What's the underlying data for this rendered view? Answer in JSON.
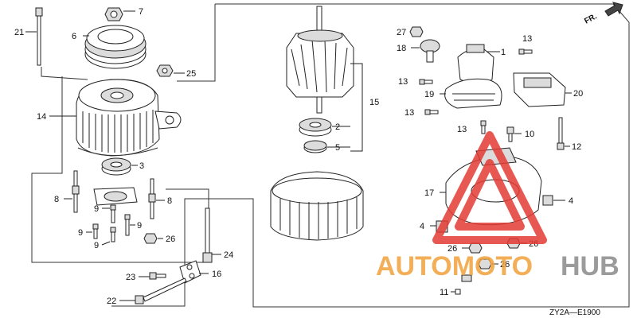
{
  "diagram": {
    "part_numbers": {
      "p1": "1",
      "p2": "2",
      "p3": "3",
      "p4a": "4",
      "p4b": "4",
      "p5": "5",
      "p6": "6",
      "p7": "7",
      "p8a": "8",
      "p8b": "8",
      "p9a": "9",
      "p9b": "9",
      "p9c": "9",
      "p9d": "9",
      "p10": "10",
      "p11": "11",
      "p12": "12",
      "p13a": "13",
      "p13b": "13",
      "p13c": "13",
      "p13d": "13",
      "p14": "14",
      "p15": "15",
      "p16": "16",
      "p17": "17",
      "p18": "18",
      "p19": "19",
      "p20": "20",
      "p21": "21",
      "p22": "22",
      "p23": "23",
      "p24": "24",
      "p25": "25",
      "p26a": "26",
      "p26b": "26",
      "p26c": "26",
      "p26d": "26",
      "p27": "27"
    },
    "direction_label": "FR.",
    "diagram_code": "ZY2A—E1900"
  },
  "watermark": {
    "text_left": "AUTOMOTO",
    "text_right": "HUB",
    "colors": {
      "orange": "#f2a23c",
      "gray": "#8a8a8a",
      "red": "#e23b33"
    }
  }
}
